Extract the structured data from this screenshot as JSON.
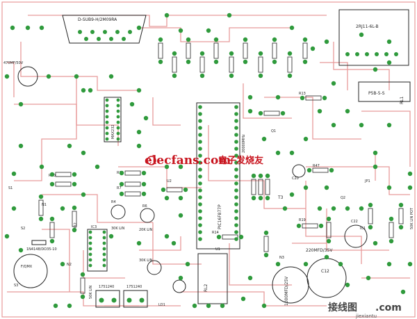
{
  "labels": {
    "dsub": "D-SUB9-H/2M09RA",
    "rj11": "2RJ11-6L-B",
    "mcu": "PIC16F877P",
    "psu": "P5B-5-S",
    "cap_big": "220MFD/35V",
    "cap_c13": "1000MFD/25V",
    "cap_c21": "470MF/50V",
    "crystal": "20000MHz",
    "diode": "1N4148/DO35-10",
    "pot1": "30K LIN",
    "pot2": "20K LIN",
    "pot3": "30K LIN",
    "pot4": "50K LIN",
    "relay": "RL2",
    "fuse": "F/QMX",
    "led": "LD1",
    "term1": "1751240",
    "term2": "1751240",
    "max232": "MAX232",
    "jp1": "JP1",
    "c22": "C22",
    "c13": "C13",
    "c12": "C12",
    "c20": "C20",
    "u2": "U2",
    "u1": "U1",
    "t3": "T3",
    "q1": "Q1",
    "q2": "Q2",
    "n1": "N1",
    "n2": "N2",
    "n3": "N3",
    "rl1": "RL1",
    "r39": "R39",
    "r40": "R40",
    "r7": "R7",
    "r4": "R4",
    "r6": "R6",
    "r12": "R12",
    "r13": "R13",
    "r14": "R14",
    "r19": "R19",
    "r47": "R47",
    "ic1": "IC1",
    "ic3": "IC3",
    "s1": "S1",
    "s2": "S2",
    "s3": "S3",
    "pot_label": "50K LIN POT"
  },
  "brand": {
    "en": "elecfans.com",
    "cn": "电子发烧友"
  },
  "watermark": {
    "cn": "接线图",
    "dotcom": ".com",
    "url": "jiexiantu"
  },
  "colors": {
    "trace": "#e89a9a",
    "pad": "#2f9a3c",
    "silk": "#1c1c1c",
    "brand": "#c8141e"
  }
}
